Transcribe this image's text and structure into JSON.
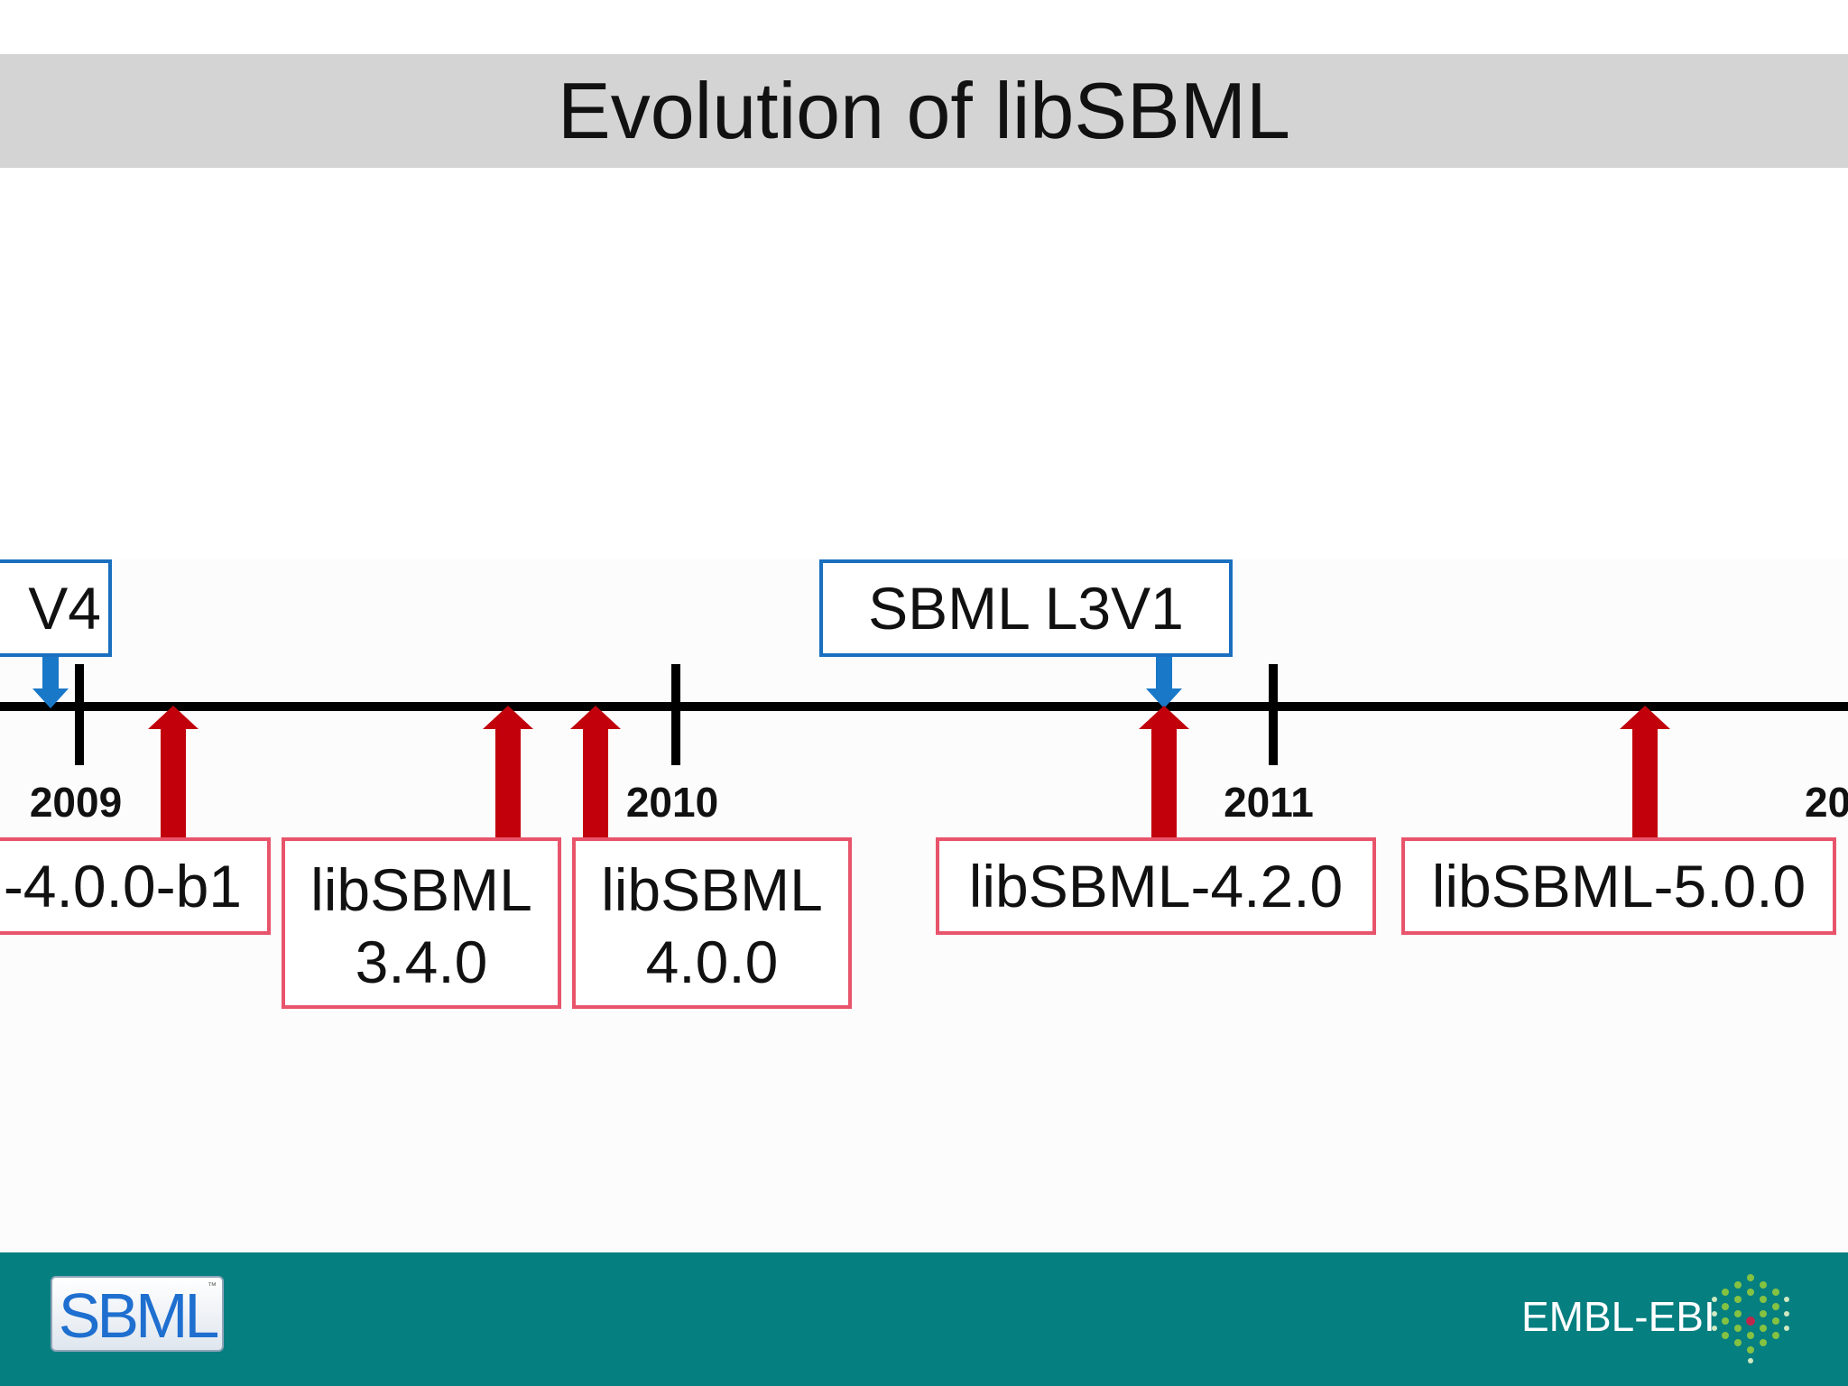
{
  "title": "Evolution of libSBML",
  "years": [
    "2009",
    "2010",
    "2011",
    "20"
  ],
  "spec_releases": [
    "V4",
    "SBML L3V1"
  ],
  "library_releases": [
    {
      "line1": "-4.0.0-b1"
    },
    {
      "line1": "libSBML",
      "line2": "3.4.0"
    },
    {
      "line1": "libSBML",
      "line2": "4.0.0"
    },
    {
      "line1": "libSBML-4.2.0"
    },
    {
      "line1": "libSBML-5.0.0"
    }
  ],
  "footer": {
    "left_logo": "SBML",
    "right_logo": "EMBL-EBI"
  },
  "colors": {
    "spec_arrow": "#1a78c8",
    "library_arrow": "#c1000b",
    "footer_bg": "#067f80"
  }
}
